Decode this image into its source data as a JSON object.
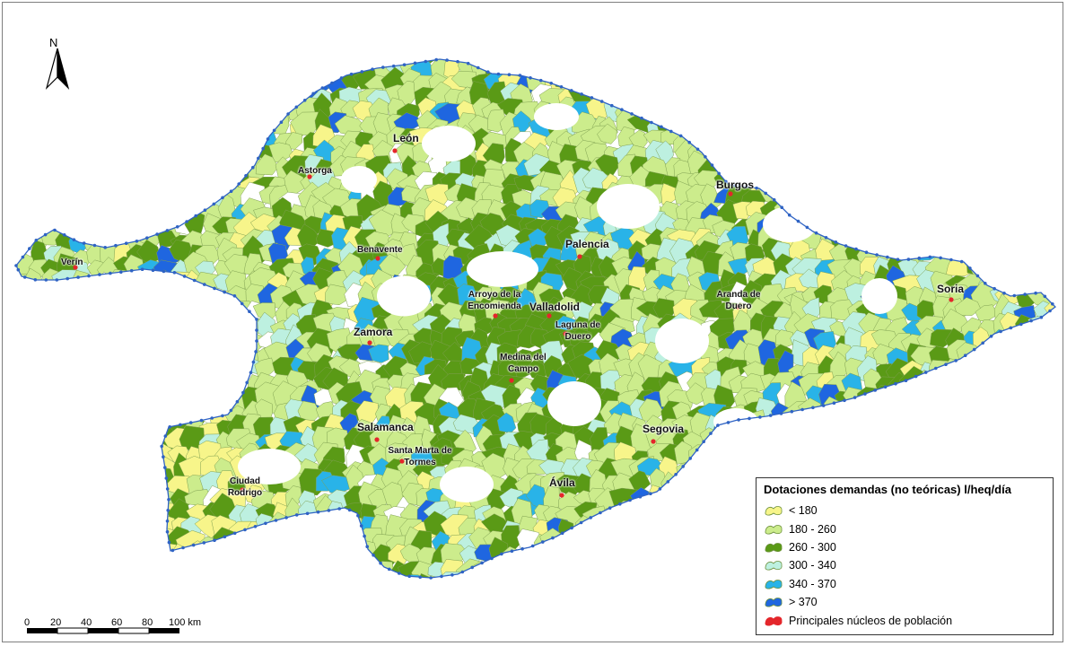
{
  "north_label": "N",
  "scale": {
    "ticks": [
      "0",
      "20",
      "40",
      "60",
      "80",
      "100 km"
    ]
  },
  "legend": {
    "title": "Dotaciones demandas (no teóricas) l/heq/día",
    "items": [
      {
        "label": "< 180",
        "color": "#f7f58a"
      },
      {
        "label": "180 - 260",
        "color": "#ccec8c"
      },
      {
        "label": "260 - 300",
        "color": "#5a9a16"
      },
      {
        "label": "300 - 340",
        "color": "#bdf0e0"
      },
      {
        "label": "340 - 370",
        "color": "#29b3e8"
      },
      {
        "label": "> 370",
        "color": "#1f66e0"
      },
      {
        "label": "Principales núcleos de población",
        "color": "#e4262b"
      }
    ]
  },
  "cities": [
    {
      "name": "León"
    },
    {
      "name": "Astorga"
    },
    {
      "name": "Burgos"
    },
    {
      "name": "Benavente"
    },
    {
      "name": "Palencia"
    },
    {
      "name": "Verín"
    },
    {
      "name": "Soria"
    },
    {
      "name": "Arroyo de la Encomienda"
    },
    {
      "name": "Valladolid"
    },
    {
      "name": "Laguna de Duero"
    },
    {
      "name": "Aranda de Duero"
    },
    {
      "name": "Zamora"
    },
    {
      "name": "Medina del Campo"
    },
    {
      "name": "Salamanca"
    },
    {
      "name": "Santa Marta de Tormes"
    },
    {
      "name": "Segovia"
    },
    {
      "name": "Ciudad Rodrigo"
    },
    {
      "name": "Ávila"
    }
  ]
}
